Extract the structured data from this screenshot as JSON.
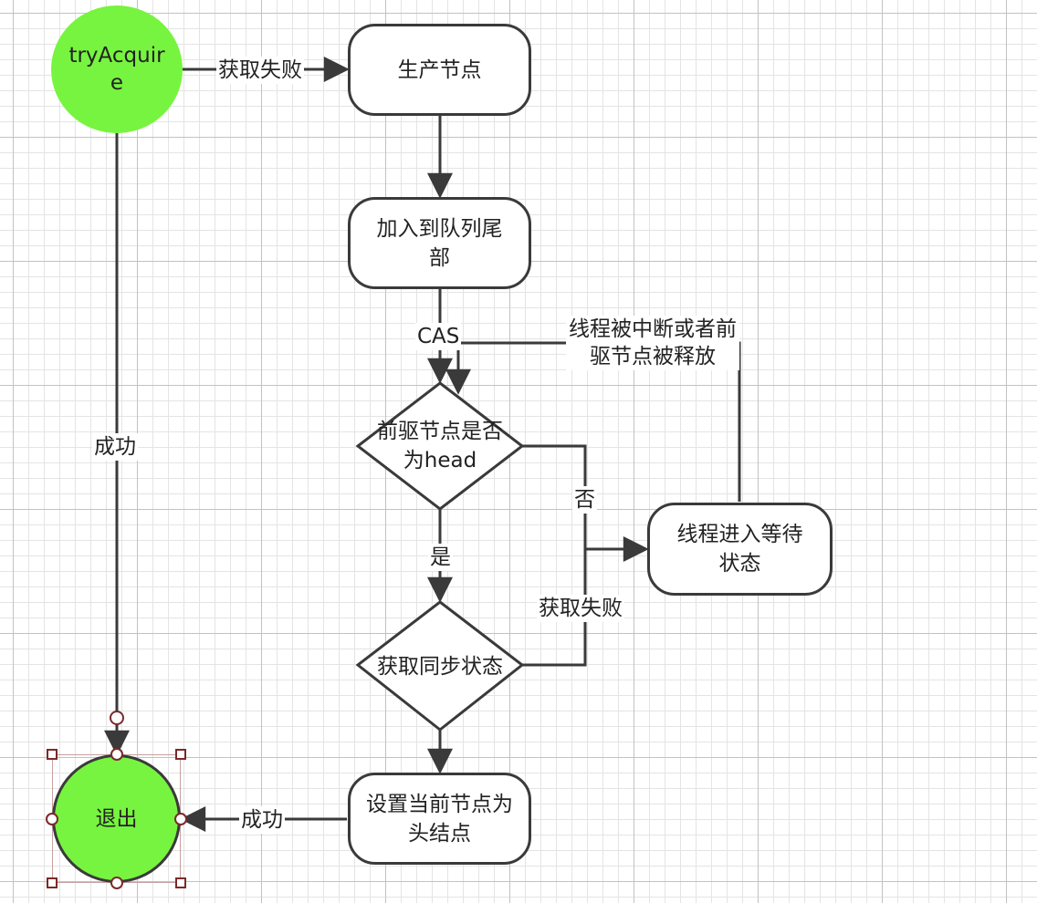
{
  "colors": {
    "terminal_fill": "#77f43f",
    "stroke": "#3a3a3a",
    "selection_handle": "#7a2a2a"
  },
  "nodes": {
    "try_acquire": "tryAcquire",
    "create_node": "生产节点",
    "enqueue_tail": "加入到队列尾部",
    "predecessor_is_head": "前驱节点是否为head",
    "acquire_state": "获取同步状态",
    "thread_wait": "线程进入等待状态",
    "set_head": "设置当前节点为头结点",
    "exit": "退出"
  },
  "edge_labels": {
    "acquire_failed_top": "获取失败",
    "success_left": "成功",
    "cas": "CAS",
    "interrupted_or_released": "线程被中断或者前驱节点被释放",
    "no": "否",
    "yes": "是",
    "acquire_failed_mid": "获取失败",
    "success_bottom": "成功"
  }
}
